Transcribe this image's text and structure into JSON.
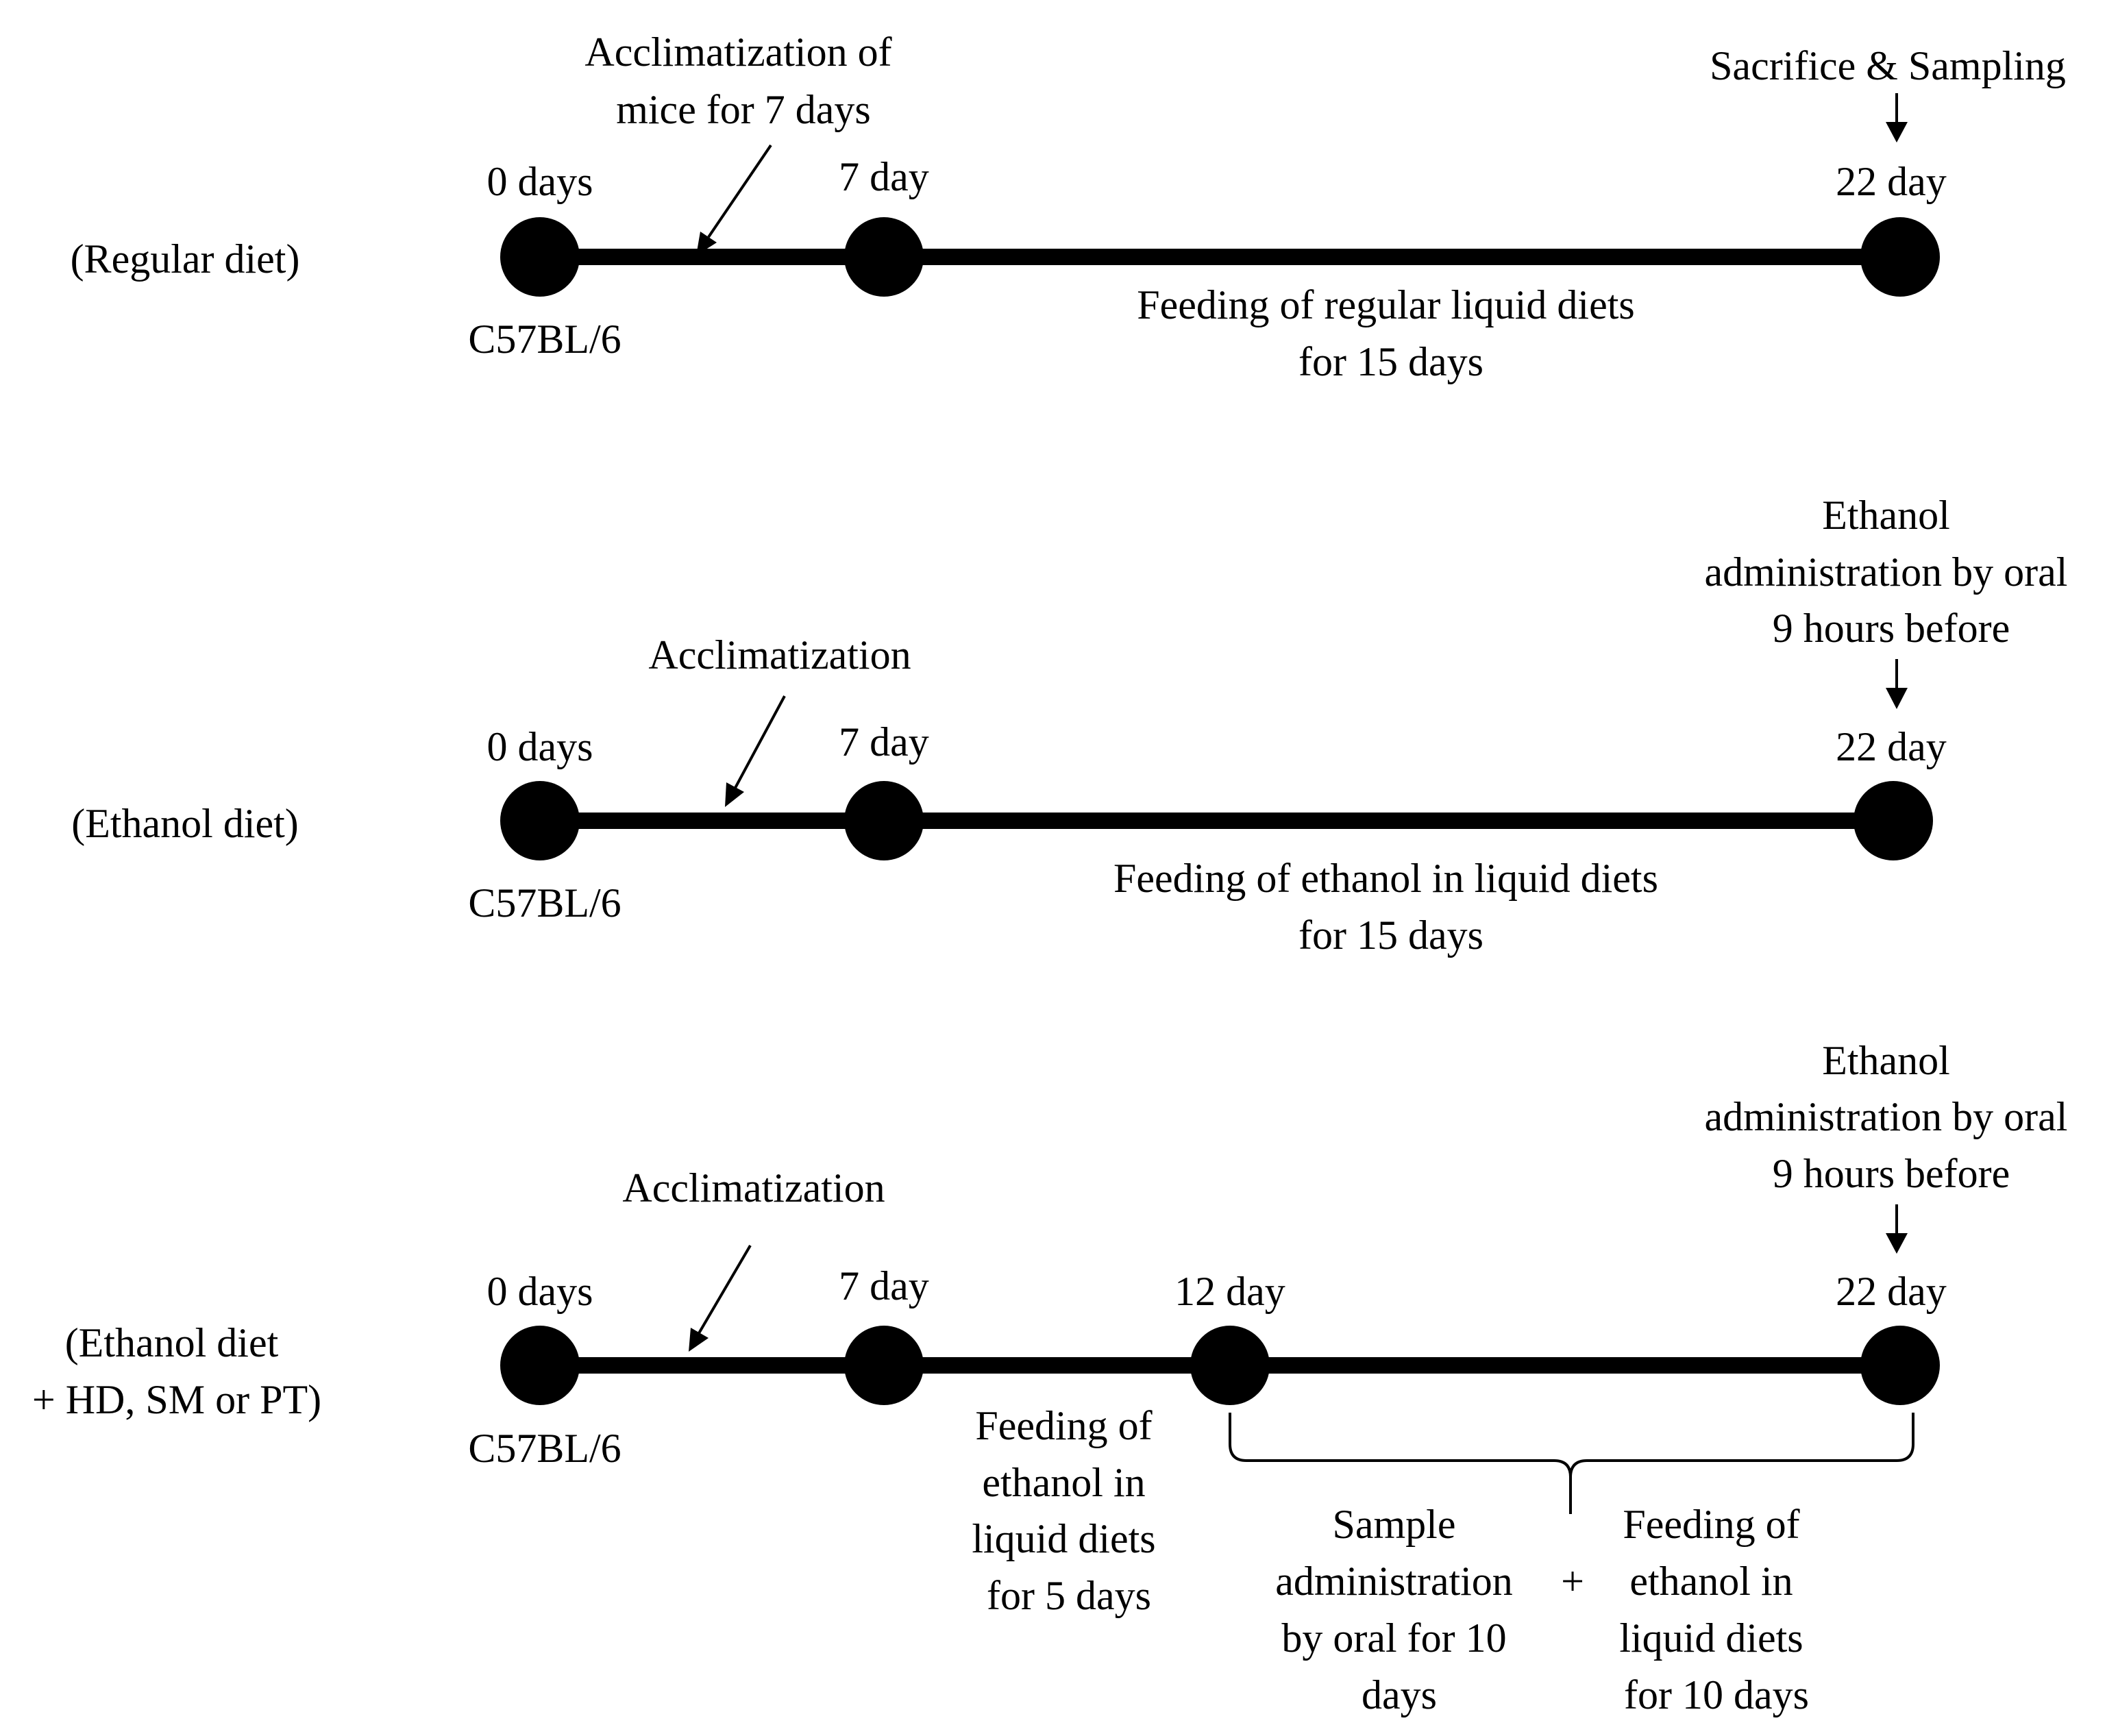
{
  "timelines": [
    {
      "group_label": [
        "(Regular diet)"
      ],
      "strain": "C57BL/6",
      "acclimatization": [
        "Acclimatization of",
        "mice for 7 days"
      ],
      "milestones": [
        "0 days",
        "7 day",
        "22 day"
      ],
      "feeding": [
        "Feeding of regular liquid diets",
        "for 15 days"
      ],
      "endpoint": [
        "Sacrifice & Sampling"
      ]
    },
    {
      "group_label": [
        "(Ethanol diet)"
      ],
      "strain": "C57BL/6",
      "acclimatization": [
        "Acclimatization"
      ],
      "milestones": [
        "0 days",
        "7 day",
        "22 day"
      ],
      "feeding": [
        "Feeding of ethanol in liquid diets",
        "for 15 days"
      ],
      "endpoint": [
        "Ethanol",
        "administration by oral",
        "9 hours before"
      ]
    },
    {
      "group_label": [
        "(Ethanol diet",
        "+ HD, SM or PT)"
      ],
      "strain": "C57BL/6",
      "acclimatization": [
        "Acclimatization"
      ],
      "milestones": [
        "0 days",
        "7 day",
        "12 day",
        "22 day"
      ],
      "feeding": [
        "Feeding of",
        "ethanol in",
        "liquid diets",
        "for 5 days"
      ],
      "endpoint": [
        "Ethanol",
        "administration by oral",
        "9 hours before"
      ],
      "combined": {
        "sample": [
          "Sample",
          "administration",
          "by oral for 10",
          "days"
        ],
        "plus": "+",
        "feeding": [
          "Feeding of",
          "ethanol in",
          "liquid diets",
          "for 10 days"
        ]
      }
    }
  ]
}
